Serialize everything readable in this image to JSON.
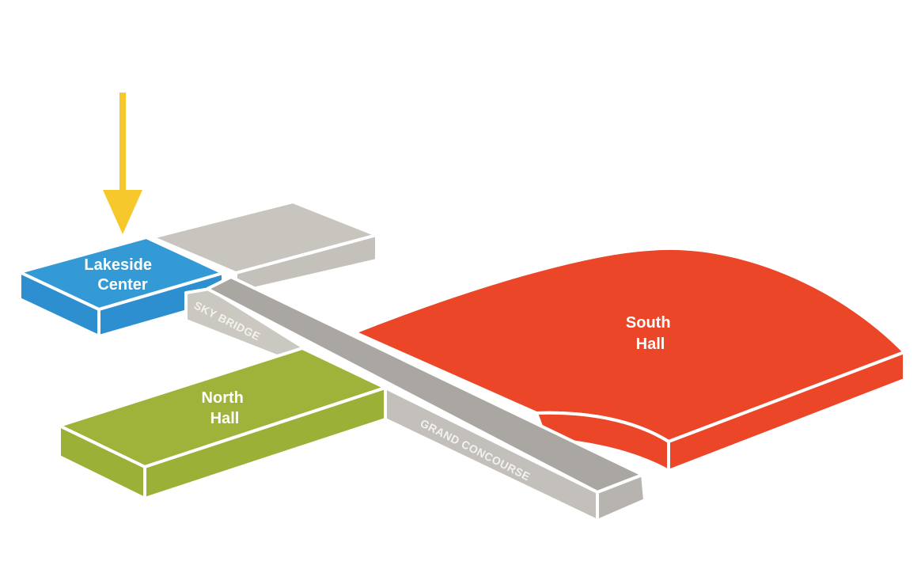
{
  "colors": {
    "lakeside": "#339ad6",
    "lakeside_side": "#2e8fd0",
    "north": "#9fb23a",
    "north_side": "#9ab036",
    "south": "#eb4628",
    "south_side": "#ec4628",
    "annex_top": "#c8c5bf",
    "annex_side": "#c4c0ba",
    "bridge_top": "#aaa7a2",
    "bridge_side": "#b7b3ae",
    "concourse_side": "#c3bfba",
    "skybridge_side": "#cbc7c1",
    "arrow": "#f7c82b",
    "label_text": "#ffffff",
    "path_text": "#f4f2ef"
  },
  "halls": {
    "lakeside": {
      "line1": "Lakeside",
      "line2": "Center"
    },
    "north": {
      "line1": "North",
      "line2": "Hall"
    },
    "south": {
      "line1": "South",
      "line2": "Hall"
    }
  },
  "walkways": {
    "sky_bridge": "SKY BRIDGE",
    "grand_concourse": "GRAND CONCOURSE"
  },
  "marker": {
    "target": "Lakeside Center",
    "icon": "arrow-down-icon"
  }
}
